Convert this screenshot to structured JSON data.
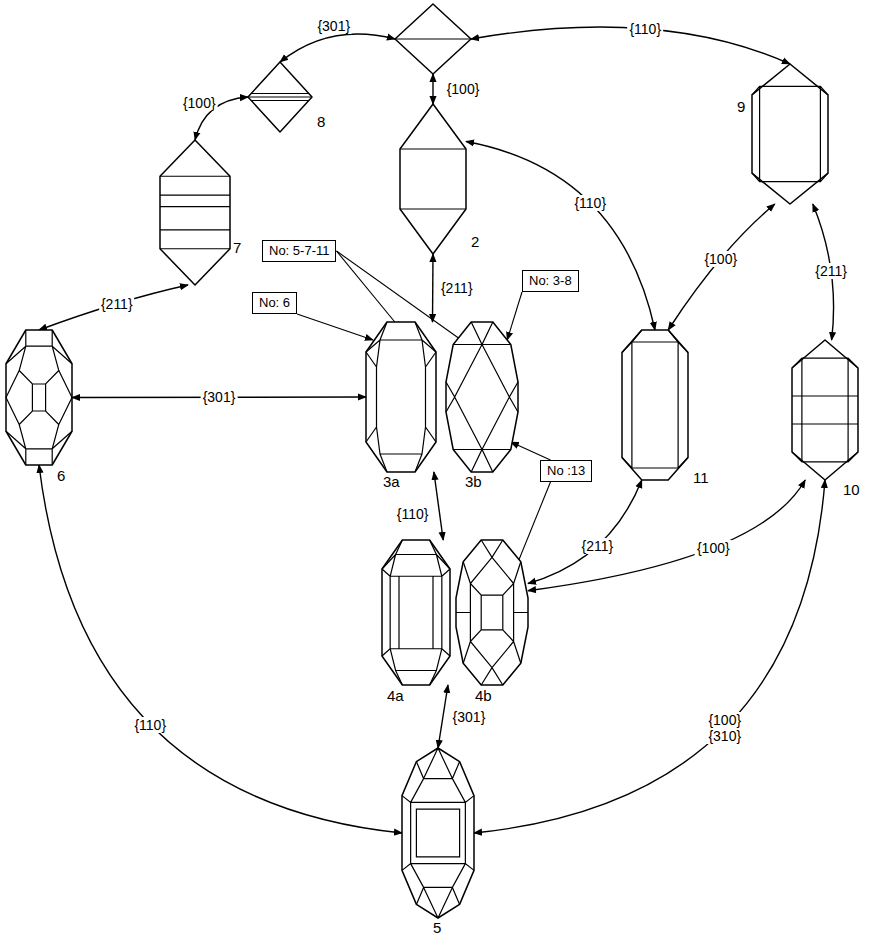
{
  "diagram": {
    "nodes": [
      {
        "text": []
      },
      {
        "text": [
          "8"
        ]
      },
      {
        "text": [
          "7"
        ]
      },
      {
        "text": [
          "2"
        ]
      },
      {
        "text": [
          "9"
        ]
      },
      {
        "text": [
          "6"
        ]
      },
      {
        "text": [
          "3a"
        ]
      },
      {
        "text": [
          "3b"
        ]
      },
      {
        "text": [
          "11"
        ]
      },
      {
        "text": [
          "10"
        ]
      },
      {
        "text": [
          "4a"
        ]
      },
      {
        "text": [
          "4b"
        ]
      },
      {
        "text": [
          "5"
        ]
      },
      {
        "text": [
          "No: 6"
        ]
      },
      {
        "text": [
          "No: 5-7-11"
        ]
      },
      {
        "text": [
          "No: 3-8"
        ]
      },
      {
        "text": [
          "No :13"
        ]
      }
    ],
    "edges": [
      {
        "from": 0,
        "to": 1,
        "label": "{301}",
        "arrow": "both"
      },
      {
        "from": 1,
        "to": 2,
        "label": "{100}",
        "arrow": "both"
      },
      {
        "from": 2,
        "to": 5,
        "label": "{211}",
        "arrow": "both"
      },
      {
        "from": 0,
        "to": 3,
        "label": "{100}",
        "arrow": "both"
      },
      {
        "from": 0,
        "to": 4,
        "label": "{110}",
        "arrow": "both"
      },
      {
        "from": 3,
        "to": 8,
        "label": "{110}",
        "arrow": "both"
      },
      {
        "from": 3,
        "to": 6,
        "label": "{211}",
        "arrow": "both"
      },
      {
        "from": 5,
        "to": 6,
        "label": "{301}",
        "arrow": "both"
      },
      {
        "from": 6,
        "to": 10,
        "label": "{110}",
        "arrow": "both"
      },
      {
        "from": 10,
        "to": 12,
        "label": "{301}",
        "arrow": "both"
      },
      {
        "from": 4,
        "to": 8,
        "label": "{100}",
        "arrow": "both"
      },
      {
        "from": 4,
        "to": 9,
        "label": "{211}",
        "arrow": "both"
      },
      {
        "from": 8,
        "to": 11,
        "label": "{211}",
        "arrow": "both"
      },
      {
        "from": 9,
        "to": 11,
        "label": "{100}",
        "arrow": "both"
      },
      {
        "from": 5,
        "to": 12,
        "label": "{110}",
        "arrow": "both"
      },
      {
        "from": 9,
        "to": 12,
        "label": "{100} {310}",
        "arrow": "both"
      },
      {
        "from": 13,
        "to": 6,
        "arrow": "to"
      },
      {
        "from": 14,
        "to": 6,
        "arrow": "to"
      },
      {
        "from": 14,
        "to": 7,
        "arrow": "to"
      },
      {
        "from": 15,
        "to": 7,
        "arrow": "to"
      },
      {
        "from": 16,
        "to": 7,
        "arrow": "to"
      },
      {
        "from": 16,
        "to": 11,
        "arrow": "to"
      }
    ]
  }
}
